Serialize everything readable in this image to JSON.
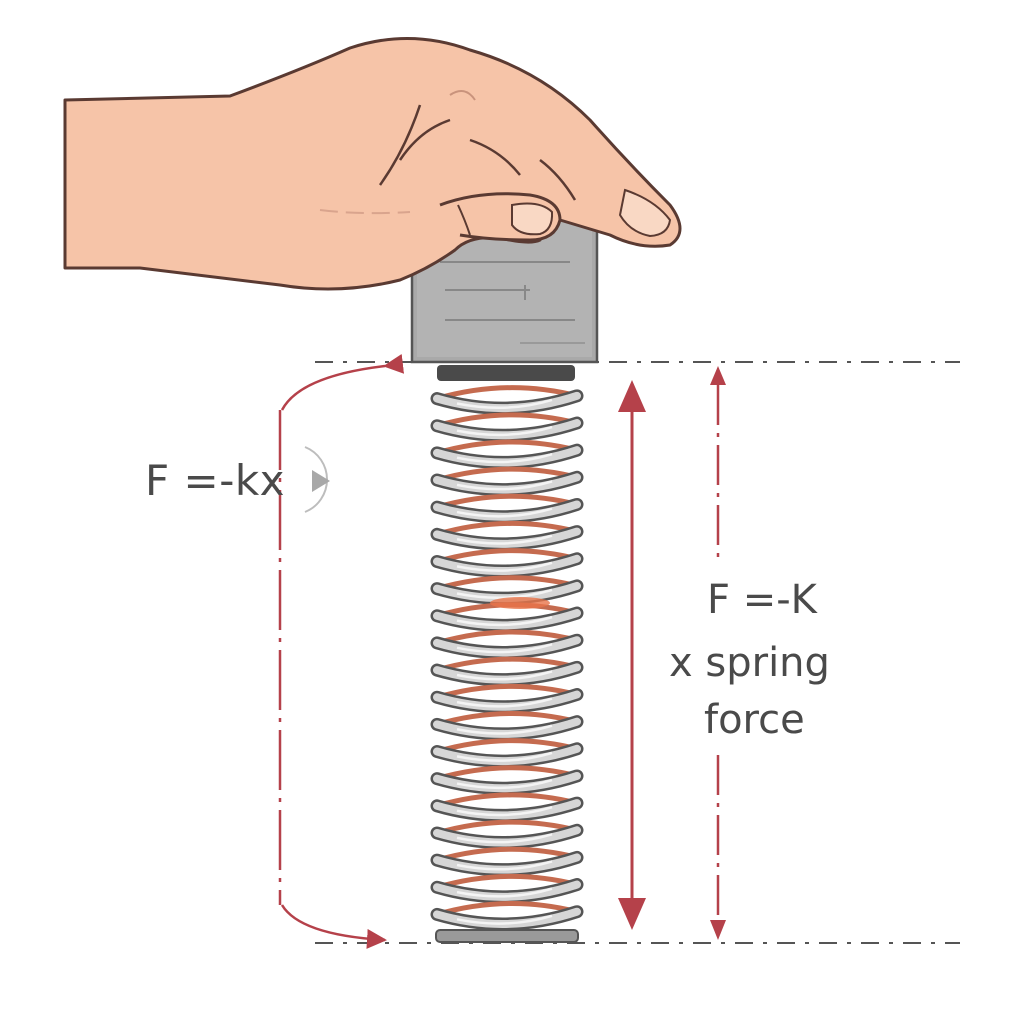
{
  "labels": {
    "left_formula": "F =-kx",
    "right_formula": "F =-K",
    "right_line2": "x spring",
    "right_line3": "force"
  },
  "colors": {
    "arrow": "#b5414a",
    "text": "#4a4a4a",
    "outline": "#5a3a32",
    "skin": "#f6c4a8",
    "block": "#a7a7a7",
    "spring_steel": "#c9c9c9",
    "spring_copper": "#c56b4f"
  },
  "icons": {
    "play_marker": "play-triangle-icon"
  }
}
